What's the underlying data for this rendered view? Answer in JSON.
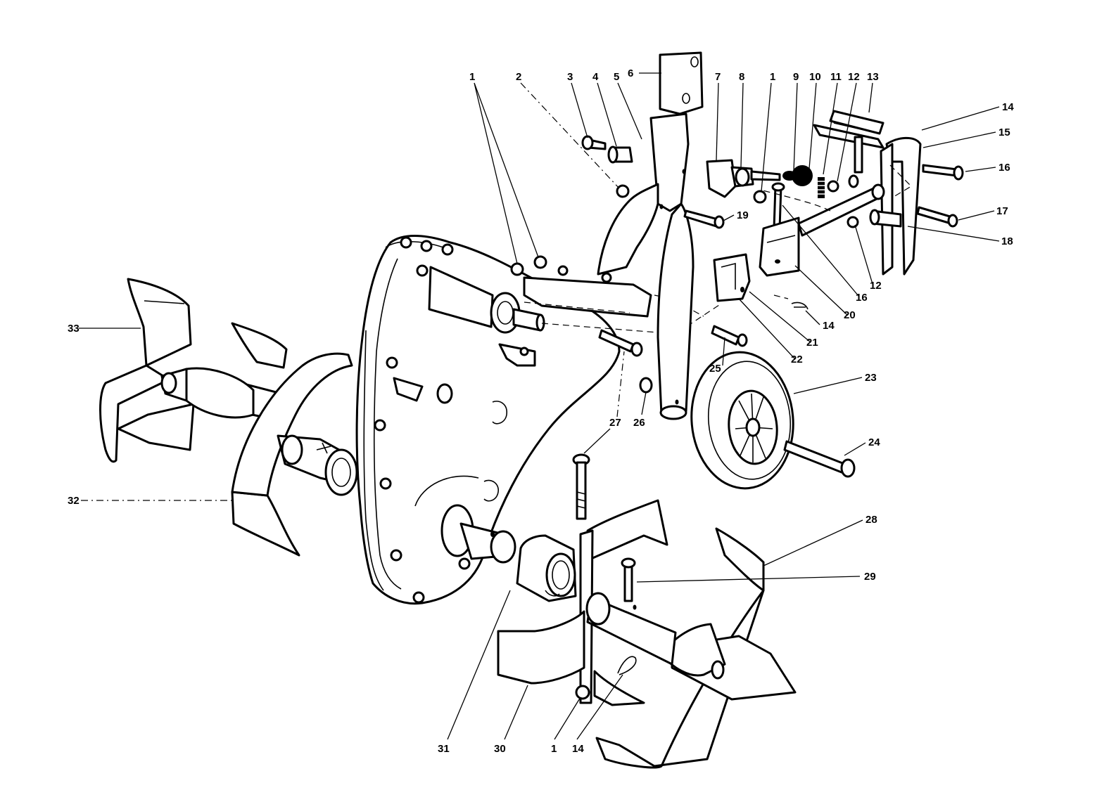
{
  "diagram": {
    "kind": "exploded-parts-view",
    "callouts": [
      {
        "id": "c1a",
        "text": "1"
      },
      {
        "id": "c2",
        "text": "2"
      },
      {
        "id": "c3",
        "text": "3"
      },
      {
        "id": "c4",
        "text": "4"
      },
      {
        "id": "c5",
        "text": "5"
      },
      {
        "id": "c6",
        "text": "6"
      },
      {
        "id": "c7",
        "text": "7"
      },
      {
        "id": "c8",
        "text": "8"
      },
      {
        "id": "c1b",
        "text": "1"
      },
      {
        "id": "c9",
        "text": "9"
      },
      {
        "id": "c10",
        "text": "10"
      },
      {
        "id": "c11",
        "text": "11"
      },
      {
        "id": "c12a",
        "text": "12"
      },
      {
        "id": "c13",
        "text": "13"
      },
      {
        "id": "c14a",
        "text": "14"
      },
      {
        "id": "c15",
        "text": "15"
      },
      {
        "id": "c16a",
        "text": "16"
      },
      {
        "id": "c17",
        "text": "17"
      },
      {
        "id": "c18",
        "text": "18"
      },
      {
        "id": "c19",
        "text": "19"
      },
      {
        "id": "c12b",
        "text": "12"
      },
      {
        "id": "c16b",
        "text": "16"
      },
      {
        "id": "c20",
        "text": "20"
      },
      {
        "id": "c14b",
        "text": "14"
      },
      {
        "id": "c21",
        "text": "21"
      },
      {
        "id": "c22",
        "text": "22"
      },
      {
        "id": "c23",
        "text": "23"
      },
      {
        "id": "c24",
        "text": "24"
      },
      {
        "id": "c25",
        "text": "25"
      },
      {
        "id": "c26",
        "text": "26"
      },
      {
        "id": "c27",
        "text": "27"
      },
      {
        "id": "c28",
        "text": "28"
      },
      {
        "id": "c29",
        "text": "29"
      },
      {
        "id": "c33",
        "text": "33"
      },
      {
        "id": "c32",
        "text": "32"
      },
      {
        "id": "c31",
        "text": "31"
      },
      {
        "id": "c30",
        "text": "30"
      },
      {
        "id": "c1c",
        "text": "1"
      },
      {
        "id": "c14c",
        "text": "14"
      }
    ]
  }
}
